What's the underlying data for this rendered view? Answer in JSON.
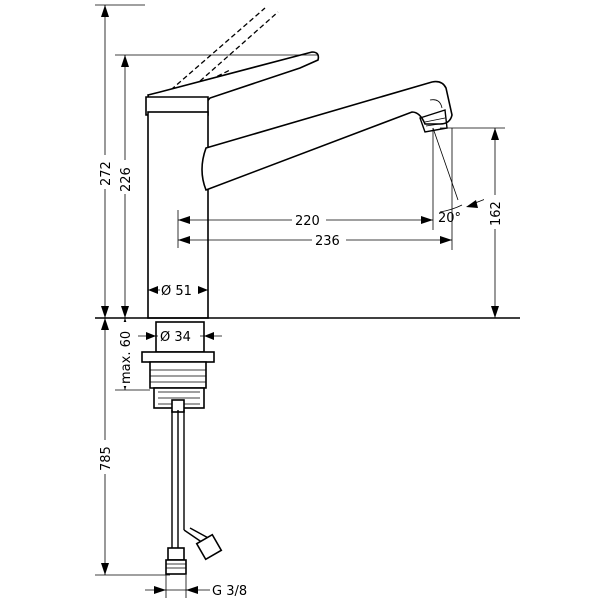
{
  "drawing": {
    "subject": "kitchen faucet dimension drawing",
    "dimensions": {
      "total_height": "272",
      "spout_height": "226",
      "spout_reach_outlet": "220",
      "spout_reach_total": "236",
      "outlet_height": "162",
      "spray_angle": "20°",
      "body_diameter": "Ø 51",
      "hole_diameter": "Ø 34",
      "max_deck_thickness": "max. 60",
      "hose_length": "785",
      "connection_thread": "G 3/8"
    }
  }
}
